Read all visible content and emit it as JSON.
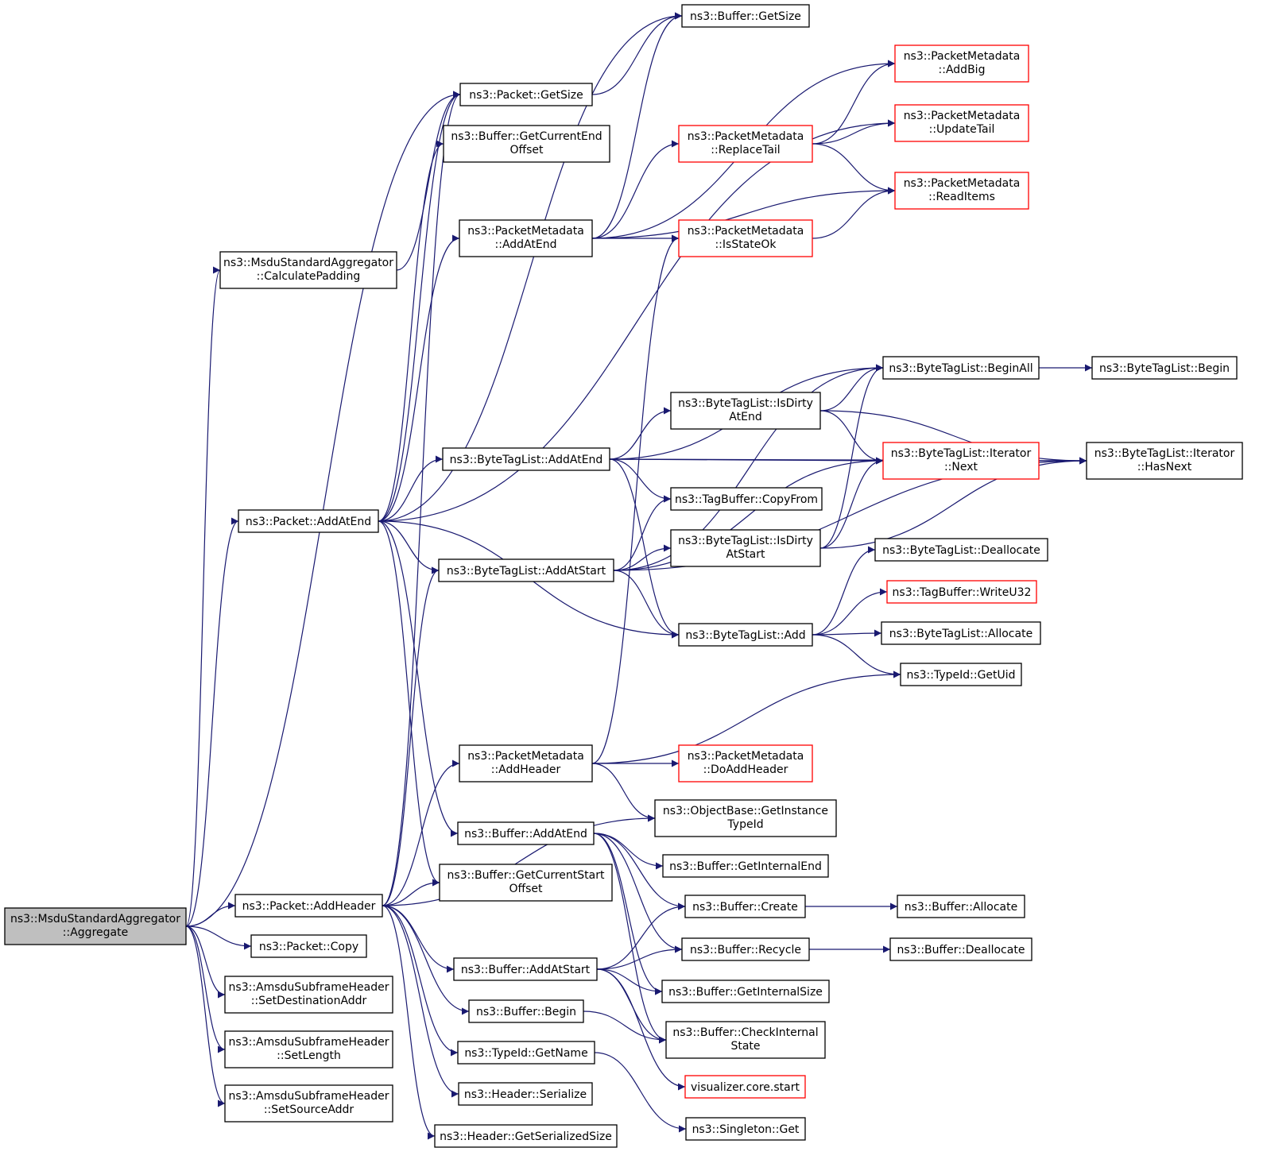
{
  "colors": {
    "edge": "#191970",
    "box_border": "#000000",
    "box_border_ref": "#ff0000",
    "root_fill": "#bfbfbf",
    "box_fill": "#ffffff"
  },
  "nodes": [
    {
      "id": "root",
      "lines": [
        "ns3::MsduStandardAggregator",
        "::Aggregate"
      ],
      "style": "root"
    },
    {
      "id": "calcPadding",
      "lines": [
        "ns3::MsduStandardAggregator",
        "::CalculatePadding"
      ]
    },
    {
      "id": "pktAddAtEnd",
      "lines": [
        "ns3::Packet::AddAtEnd"
      ]
    },
    {
      "id": "pktAddHeader",
      "lines": [
        "ns3::Packet::AddHeader"
      ]
    },
    {
      "id": "pktCopy",
      "lines": [
        "ns3::Packet::Copy"
      ]
    },
    {
      "id": "setDest",
      "lines": [
        "ns3::AmsduSubframeHeader",
        "::SetDestinationAddr"
      ]
    },
    {
      "id": "setLength",
      "lines": [
        "ns3::AmsduSubframeHeader",
        "::SetLength"
      ]
    },
    {
      "id": "setSource",
      "lines": [
        "ns3::AmsduSubframeHeader",
        "::SetSourceAddr"
      ]
    },
    {
      "id": "pktGetSize",
      "lines": [
        "ns3::Packet::GetSize"
      ]
    },
    {
      "id": "bufGetSize",
      "lines": [
        "ns3::Buffer::GetSize"
      ]
    },
    {
      "id": "bufCurEnd",
      "lines": [
        "ns3::Buffer::GetCurrentEnd",
        "Offset"
      ]
    },
    {
      "id": "pmAddAtEnd",
      "lines": [
        "ns3::PacketMetadata",
        "::AddAtEnd"
      ]
    },
    {
      "id": "btlAddAtEnd",
      "lines": [
        "ns3::ByteTagList::AddAtEnd"
      ]
    },
    {
      "id": "btlAddAtStart",
      "lines": [
        "ns3::ByteTagList::AddAtStart"
      ]
    },
    {
      "id": "pmAddHeader",
      "lines": [
        "ns3::PacketMetadata",
        "::AddHeader"
      ]
    },
    {
      "id": "bufAddAtEnd",
      "lines": [
        "ns3::Buffer::AddAtEnd"
      ]
    },
    {
      "id": "bufCurStart",
      "lines": [
        "ns3::Buffer::GetCurrentStart",
        "Offset"
      ]
    },
    {
      "id": "bufAddAtStart",
      "lines": [
        "ns3::Buffer::AddAtStart"
      ]
    },
    {
      "id": "bufBegin",
      "lines": [
        "ns3::Buffer::Begin"
      ]
    },
    {
      "id": "tidGetName",
      "lines": [
        "ns3::TypeId::GetName"
      ]
    },
    {
      "id": "hdrSerialize",
      "lines": [
        "ns3::Header::Serialize"
      ]
    },
    {
      "id": "hdrSerSize",
      "lines": [
        "ns3::Header::GetSerializedSize"
      ]
    },
    {
      "id": "pmReplaceTail",
      "lines": [
        "ns3::PacketMetadata",
        "::ReplaceTail"
      ],
      "style": "ref"
    },
    {
      "id": "pmIsStateOk",
      "lines": [
        "ns3::PacketMetadata",
        "::IsStateOk"
      ],
      "style": "ref"
    },
    {
      "id": "btlDirtyEnd",
      "lines": [
        "ns3::ByteTagList::IsDirty",
        "AtEnd"
      ]
    },
    {
      "id": "tbCopyFrom",
      "lines": [
        "ns3::TagBuffer::CopyFrom"
      ]
    },
    {
      "id": "btlDirtyStart",
      "lines": [
        "ns3::ByteTagList::IsDirty",
        "AtStart"
      ]
    },
    {
      "id": "btlAdd",
      "lines": [
        "ns3::ByteTagList::Add"
      ]
    },
    {
      "id": "pmDoAddHeader",
      "lines": [
        "ns3::PacketMetadata",
        "::DoAddHeader"
      ],
      "style": "ref"
    },
    {
      "id": "obGetInstTid",
      "lines": [
        "ns3::ObjectBase::GetInstance",
        "TypeId"
      ]
    },
    {
      "id": "bufIntEnd",
      "lines": [
        "ns3::Buffer::GetInternalEnd"
      ]
    },
    {
      "id": "bufCreate",
      "lines": [
        "ns3::Buffer::Create"
      ]
    },
    {
      "id": "bufRecycle",
      "lines": [
        "ns3::Buffer::Recycle"
      ]
    },
    {
      "id": "bufIntSize",
      "lines": [
        "ns3::Buffer::GetInternalSize"
      ]
    },
    {
      "id": "bufCheckState",
      "lines": [
        "ns3::Buffer::CheckInternal",
        "State"
      ]
    },
    {
      "id": "vizStart",
      "lines": [
        "visualizer.core.start"
      ],
      "style": "ref"
    },
    {
      "id": "singletonGet",
      "lines": [
        "ns3::Singleton::Get"
      ]
    },
    {
      "id": "pmAddBig",
      "lines": [
        "ns3::PacketMetadata",
        "::AddBig"
      ],
      "style": "ref"
    },
    {
      "id": "pmUpdateTail",
      "lines": [
        "ns3::PacketMetadata",
        "::UpdateTail"
      ],
      "style": "ref"
    },
    {
      "id": "pmReadItems",
      "lines": [
        "ns3::PacketMetadata",
        "::ReadItems"
      ],
      "style": "ref"
    },
    {
      "id": "btlBeginAll",
      "lines": [
        "ns3::ByteTagList::BeginAll"
      ]
    },
    {
      "id": "btlIterNext",
      "lines": [
        "ns3::ByteTagList::Iterator",
        "::Next"
      ],
      "style": "ref"
    },
    {
      "id": "btlDealloc",
      "lines": [
        "ns3::ByteTagList::Deallocate"
      ]
    },
    {
      "id": "tbWriteU32",
      "lines": [
        "ns3::TagBuffer::WriteU32"
      ],
      "style": "ref"
    },
    {
      "id": "btlAlloc",
      "lines": [
        "ns3::ByteTagList::Allocate"
      ]
    },
    {
      "id": "tidGetUid",
      "lines": [
        "ns3::TypeId::GetUid"
      ]
    },
    {
      "id": "bufAllocate",
      "lines": [
        "ns3::Buffer::Allocate"
      ]
    },
    {
      "id": "bufDealloc",
      "lines": [
        "ns3::Buffer::Deallocate"
      ]
    },
    {
      "id": "btlBegin",
      "lines": [
        "ns3::ByteTagList::Begin"
      ]
    },
    {
      "id": "btlIterHasNext",
      "lines": [
        "ns3::ByteTagList::Iterator",
        "::HasNext"
      ]
    }
  ],
  "edges": [
    [
      "root",
      "pktGetSize"
    ],
    [
      "root",
      "calcPadding"
    ],
    [
      "root",
      "pktAddAtEnd"
    ],
    [
      "root",
      "pktAddHeader"
    ],
    [
      "root",
      "pktCopy"
    ],
    [
      "root",
      "setDest"
    ],
    [
      "root",
      "setLength"
    ],
    [
      "root",
      "setSource"
    ],
    [
      "calcPadding",
      "pktGetSize"
    ],
    [
      "pktAddAtEnd",
      "pktGetSize"
    ],
    [
      "pktAddAtEnd",
      "bufGetSize"
    ],
    [
      "pktAddAtEnd",
      "bufCurEnd"
    ],
    [
      "pktAddAtEnd",
      "pmAddAtEnd"
    ],
    [
      "pktAddAtEnd",
      "pmUpdateTail"
    ],
    [
      "pktAddAtEnd",
      "btlAddAtEnd"
    ],
    [
      "pktAddAtEnd",
      "btlAddAtStart"
    ],
    [
      "pktAddAtEnd",
      "btlAdd"
    ],
    [
      "pktAddAtEnd",
      "bufAddAtEnd"
    ],
    [
      "pktAddAtEnd",
      "bufCurStart"
    ],
    [
      "pktAddHeader",
      "pktGetSize"
    ],
    [
      "pktAddHeader",
      "btlAddAtStart"
    ],
    [
      "pktAddHeader",
      "pmAddHeader"
    ],
    [
      "pktAddHeader",
      "bufCurStart"
    ],
    [
      "pktAddHeader",
      "obGetInstTid"
    ],
    [
      "pktAddHeader",
      "bufAddAtStart"
    ],
    [
      "pktAddHeader",
      "bufBegin"
    ],
    [
      "pktAddHeader",
      "tidGetName"
    ],
    [
      "pktAddHeader",
      "hdrSerialize"
    ],
    [
      "pktAddHeader",
      "hdrSerSize"
    ],
    [
      "pktGetSize",
      "bufGetSize"
    ],
    [
      "pmAddAtEnd",
      "bufGetSize"
    ],
    [
      "pmAddAtEnd",
      "pmAddBig"
    ],
    [
      "pmAddAtEnd",
      "pmReplaceTail"
    ],
    [
      "pmAddAtEnd",
      "pmReadItems"
    ],
    [
      "pmAddAtEnd",
      "pmIsStateOk"
    ],
    [
      "pmReplaceTail",
      "pmAddBig"
    ],
    [
      "pmReplaceTail",
      "pmUpdateTail"
    ],
    [
      "pmReplaceTail",
      "pmReadItems"
    ],
    [
      "pmIsStateOk",
      "pmReadItems"
    ],
    [
      "btlAddAtEnd",
      "btlIterHasNext"
    ],
    [
      "btlAddAtEnd",
      "btlBeginAll"
    ],
    [
      "btlAddAtEnd",
      "btlDirtyEnd"
    ],
    [
      "btlAddAtEnd",
      "btlIterNext"
    ],
    [
      "btlAddAtEnd",
      "tbCopyFrom"
    ],
    [
      "btlAddAtEnd",
      "btlAdd"
    ],
    [
      "btlAddAtStart",
      "btlBeginAll"
    ],
    [
      "btlAddAtStart",
      "tbCopyFrom"
    ],
    [
      "btlAddAtStart",
      "btlDirtyStart"
    ],
    [
      "btlAddAtStart",
      "btlIterNext"
    ],
    [
      "btlAddAtStart",
      "btlAdd"
    ],
    [
      "btlAddAtStart",
      "btlIterHasNext"
    ],
    [
      "btlDirtyEnd",
      "btlBeginAll"
    ],
    [
      "btlDirtyEnd",
      "btlIterNext"
    ],
    [
      "btlDirtyEnd",
      "btlIterHasNext"
    ],
    [
      "btlDirtyStart",
      "btlBeginAll"
    ],
    [
      "btlDirtyStart",
      "btlIterNext"
    ],
    [
      "btlDirtyStart",
      "btlIterHasNext"
    ],
    [
      "btlBeginAll",
      "btlBegin"
    ],
    [
      "btlIterNext",
      "btlIterHasNext"
    ],
    [
      "btlAdd",
      "btlDealloc"
    ],
    [
      "btlAdd",
      "tbWriteU32"
    ],
    [
      "btlAdd",
      "btlAlloc"
    ],
    [
      "btlAdd",
      "tidGetUid"
    ],
    [
      "pmAddHeader",
      "pmIsStateOk"
    ],
    [
      "pmAddHeader",
      "tidGetUid"
    ],
    [
      "pmAddHeader",
      "pmDoAddHeader"
    ],
    [
      "pmAddHeader",
      "obGetInstTid"
    ],
    [
      "bufAddAtEnd",
      "bufIntEnd"
    ],
    [
      "bufAddAtEnd",
      "bufCreate"
    ],
    [
      "bufAddAtEnd",
      "bufRecycle"
    ],
    [
      "bufAddAtEnd",
      "bufIntSize"
    ],
    [
      "bufAddAtEnd",
      "bufCheckState"
    ],
    [
      "bufAddAtStart",
      "bufCreate"
    ],
    [
      "bufAddAtStart",
      "bufRecycle"
    ],
    [
      "bufAddAtStart",
      "bufIntSize"
    ],
    [
      "bufAddAtStart",
      "bufCheckState"
    ],
    [
      "bufAddAtStart",
      "vizStart"
    ],
    [
      "bufBegin",
      "bufCheckState"
    ],
    [
      "bufCreate",
      "bufAllocate"
    ],
    [
      "bufRecycle",
      "bufDealloc"
    ],
    [
      "tidGetName",
      "singletonGet"
    ]
  ]
}
